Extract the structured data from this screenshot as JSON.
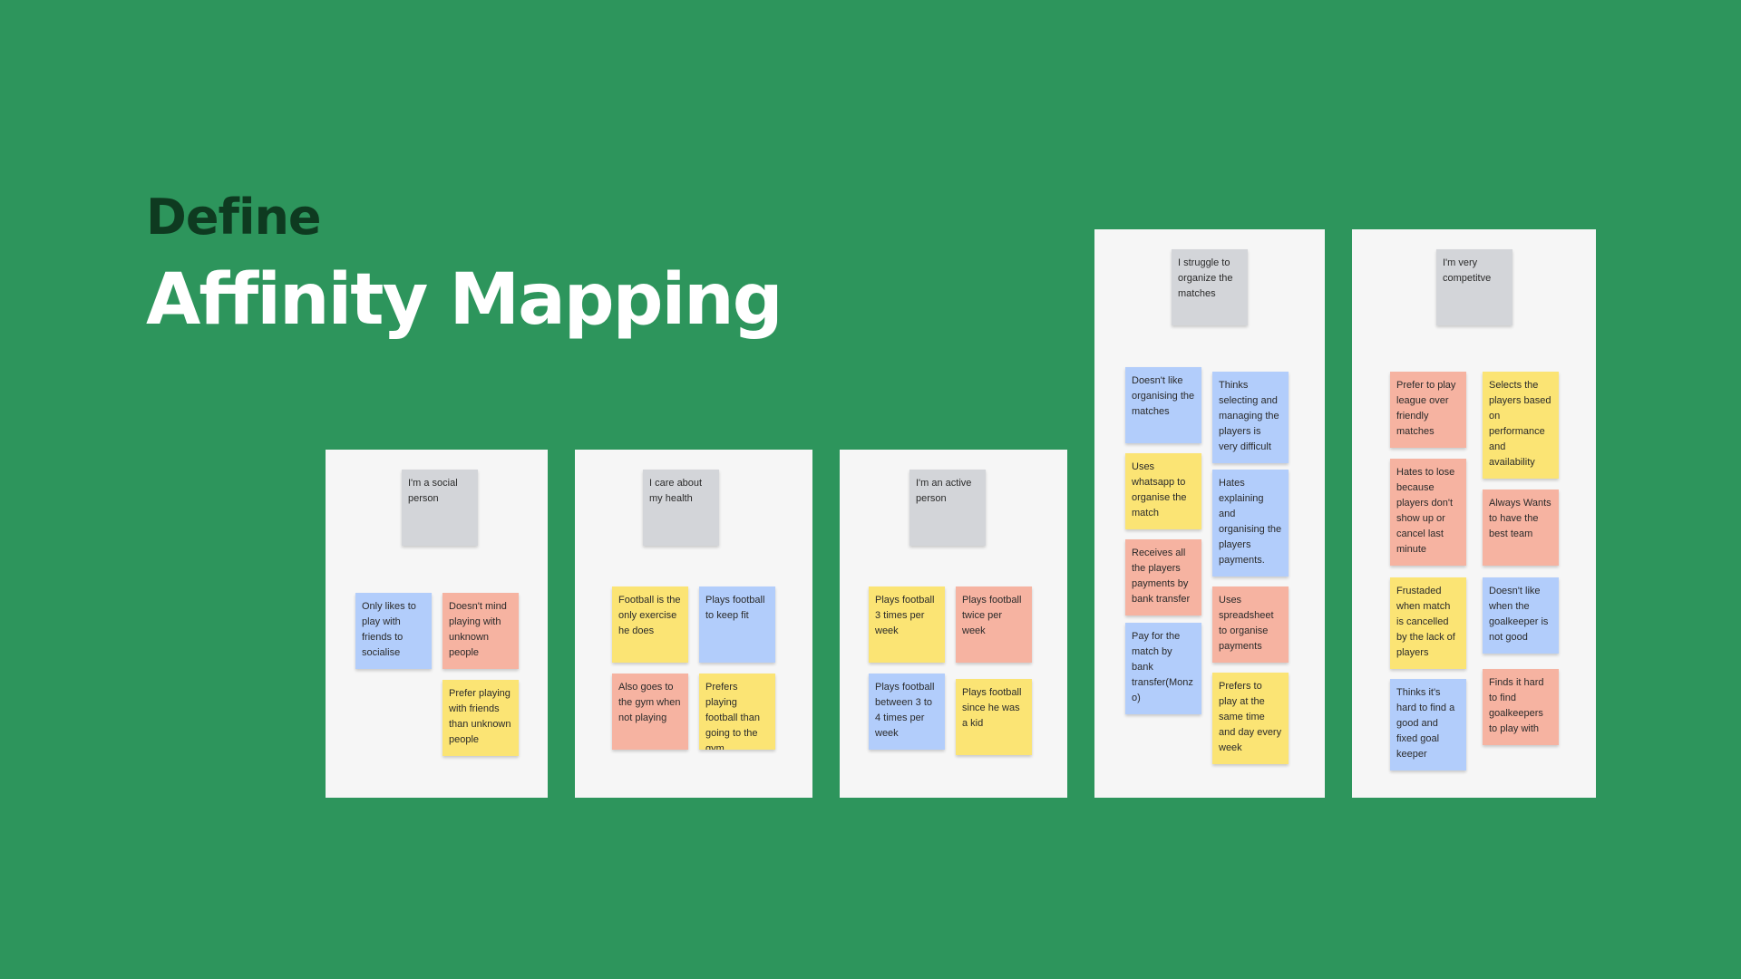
{
  "heading": {
    "kicker": "Define",
    "title": "Affinity Mapping"
  },
  "colors": {
    "background": "#2d955c",
    "panel": "#f6f6f6",
    "header_note": "#d3d5d9",
    "blue_note": "#b2cdfb",
    "pink_note": "#f6b3a1",
    "yellow_note": "#fbe474"
  },
  "groups": [
    {
      "header": "I'm a social person",
      "notes": [
        {
          "text": "Only likes to play with friends to socialise",
          "color": "blue"
        },
        {
          "text": "Doesn't mind playing with unknown people",
          "color": "pink"
        },
        {
          "text": "Prefer playing with friends than unknown people",
          "color": "yellow"
        }
      ]
    },
    {
      "header": "I care about my health",
      "notes": [
        {
          "text": "Football is the only exercise he does",
          "color": "yellow"
        },
        {
          "text": "Plays football to keep fit",
          "color": "blue"
        },
        {
          "text": "Also goes to the gym when not playing",
          "color": "pink"
        },
        {
          "text": "Prefers playing football than going to the gym",
          "color": "yellow"
        }
      ]
    },
    {
      "header": "I'm an active person",
      "notes": [
        {
          "text": "Plays football 3 times per week",
          "color": "yellow"
        },
        {
          "text": "Plays football twice per week",
          "color": "pink"
        },
        {
          "text": "Plays football between 3 to 4 times per week",
          "color": "blue"
        },
        {
          "text": "Plays football since he was a kid",
          "color": "yellow"
        }
      ]
    },
    {
      "header": "I struggle to organize the matches",
      "notes": [
        {
          "text": "Doesn't like organising the matches",
          "color": "blue"
        },
        {
          "text": "Thinks selecting and managing the players is very difficult",
          "color": "blue"
        },
        {
          "text": "Uses whatsapp to organise the match",
          "color": "yellow"
        },
        {
          "text": "Hates explaining and organising the players payments.",
          "color": "blue"
        },
        {
          "text": "Receives all the players payments by bank transfer",
          "color": "pink"
        },
        {
          "text": "Uses spreadsheet to organise payments",
          "color": "pink"
        },
        {
          "text": "Pay for the match by bank transfer(Monzo)",
          "color": "blue"
        },
        {
          "text": "Prefers to play at the same time and day every week",
          "color": "yellow"
        }
      ]
    },
    {
      "header": "I'm very competitve",
      "notes": [
        {
          "text": "Prefer to play league over friendly matches",
          "color": "pink"
        },
        {
          "text": "Selects the players based on performance and availability",
          "color": "yellow"
        },
        {
          "text": "Hates to lose because players don't show up or cancel last minute",
          "color": "pink"
        },
        {
          "text": "Always Wants to have the best team",
          "color": "pink"
        },
        {
          "text": "Frustaded when match is cancelled by the lack of players",
          "color": "yellow"
        },
        {
          "text": "Doesn't like when the goalkeeper is not good",
          "color": "blue"
        },
        {
          "text": "Thinks it's hard to find a good and fixed goal keeper",
          "color": "blue"
        },
        {
          "text": "Finds it hard to find goalkeepers to play with",
          "color": "pink"
        }
      ]
    }
  ]
}
